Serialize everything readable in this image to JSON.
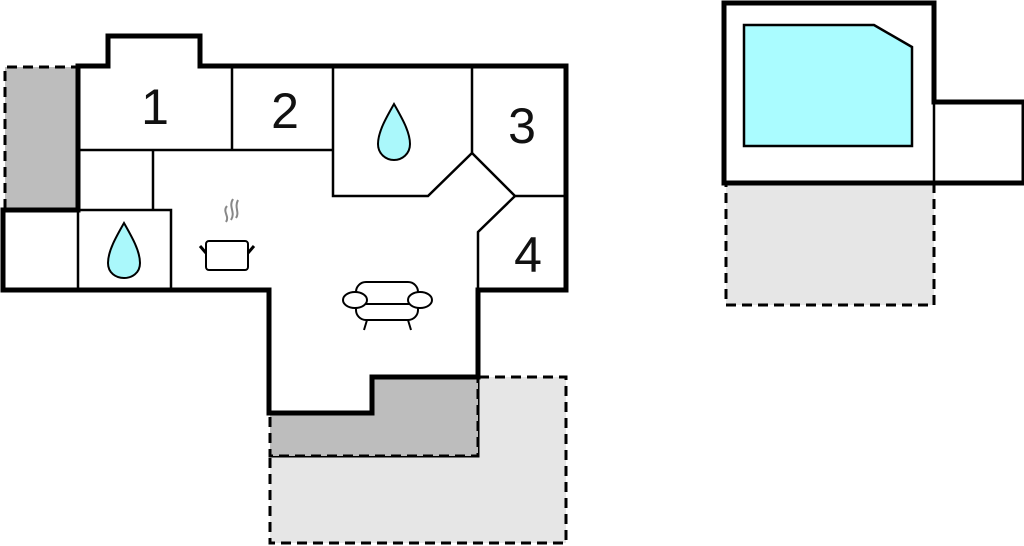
{
  "floorplan": {
    "rooms": [
      {
        "label": "1",
        "type": "bedroom"
      },
      {
        "label": "2",
        "type": "bedroom"
      },
      {
        "label": "3",
        "type": "bedroom"
      },
      {
        "label": "4",
        "type": "bedroom"
      }
    ],
    "icons": [
      "water-drop-icon",
      "water-drop-icon",
      "cooking-pot-icon",
      "sofa-icon"
    ],
    "colors": {
      "wall": "#000000",
      "water": "#aaf8fb",
      "pool": "#aafcff",
      "covered_terrace": "#bdbdbd",
      "open_terrace": "#e6e6e6"
    }
  }
}
